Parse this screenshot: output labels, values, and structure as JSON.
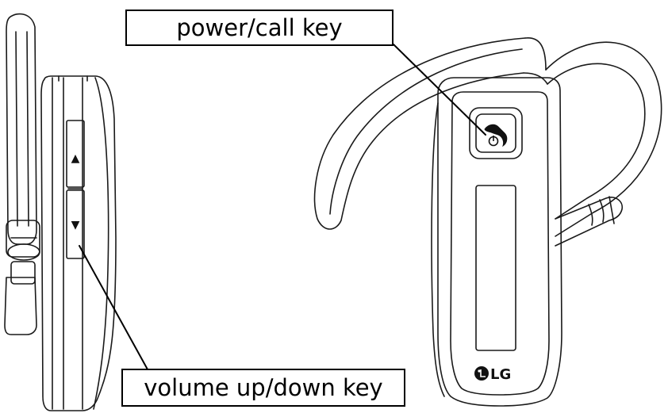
{
  "labels": {
    "power_call_key": "power/call key",
    "volume_key": "volume up/down key"
  },
  "buttons": {
    "volume_up_symbol": "▲",
    "volume_down_symbol": "▼"
  },
  "brand": {
    "logo_text": "LG"
  },
  "colors": {
    "line": "#1a1a1a",
    "background": "#ffffff"
  }
}
